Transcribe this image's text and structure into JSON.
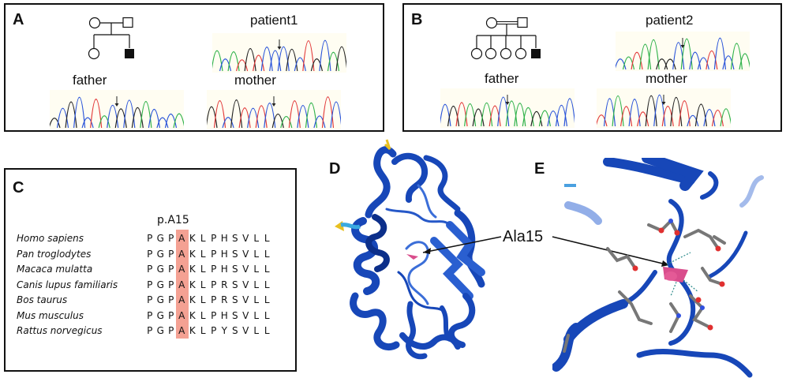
{
  "panels": {
    "A": {
      "label": "A",
      "patient_title": "patient1",
      "father_title": "father",
      "mother_title": "mother"
    },
    "B": {
      "label": "B",
      "patient_title": "patient2",
      "father_title": "father",
      "mother_title": "mother"
    },
    "C": {
      "label": "C",
      "position_label": "p.A15",
      "rows": [
        {
          "species": "Homo sapiens",
          "seq": [
            "P",
            "G",
            "P",
            "A",
            "K",
            "L",
            "P",
            "H",
            "S",
            "V",
            "L",
            "L"
          ]
        },
        {
          "species": "Pan troglodytes",
          "seq": [
            "P",
            "G",
            "P",
            "A",
            "K",
            "L",
            "P",
            "H",
            "S",
            "V",
            "L",
            "L"
          ]
        },
        {
          "species": "Macaca mulatta",
          "seq": [
            "P",
            "G",
            "P",
            "A",
            "K",
            "L",
            "P",
            "H",
            "S",
            "V",
            "L",
            "L"
          ]
        },
        {
          "species": "Canis lupus familiaris",
          "seq": [
            "P",
            "G",
            "P",
            "A",
            "K",
            "L",
            "P",
            "R",
            "S",
            "V",
            "L",
            "L"
          ]
        },
        {
          "species": "Bos taurus",
          "seq": [
            "P",
            "G",
            "P",
            "A",
            "K",
            "L",
            "P",
            "R",
            "S",
            "V",
            "L",
            "L"
          ]
        },
        {
          "species": "Mus musculus",
          "seq": [
            "P",
            "G",
            "P",
            "A",
            "K",
            "L",
            "P",
            "H",
            "S",
            "V",
            "L",
            "L"
          ]
        },
        {
          "species": "Rattus norvegicus",
          "seq": [
            "P",
            "G",
            "P",
            "A",
            "K",
            "L",
            "P",
            "Y",
            "S",
            "V",
            "L",
            "L"
          ]
        }
      ],
      "highlight_color": "#f4a193"
    },
    "D": {
      "label": "D"
    },
    "E": {
      "label": "E"
    },
    "annotation": "Ala15"
  },
  "colors": {
    "protein_blue": "#1747b8",
    "protein_dark": "#0c2f8a",
    "highlight_pink": "#d94d8c",
    "trace_blue": "#2a54d9",
    "trace_green": "#2fb24a",
    "trace_red": "#e23a3a",
    "trace_black": "#222222"
  }
}
